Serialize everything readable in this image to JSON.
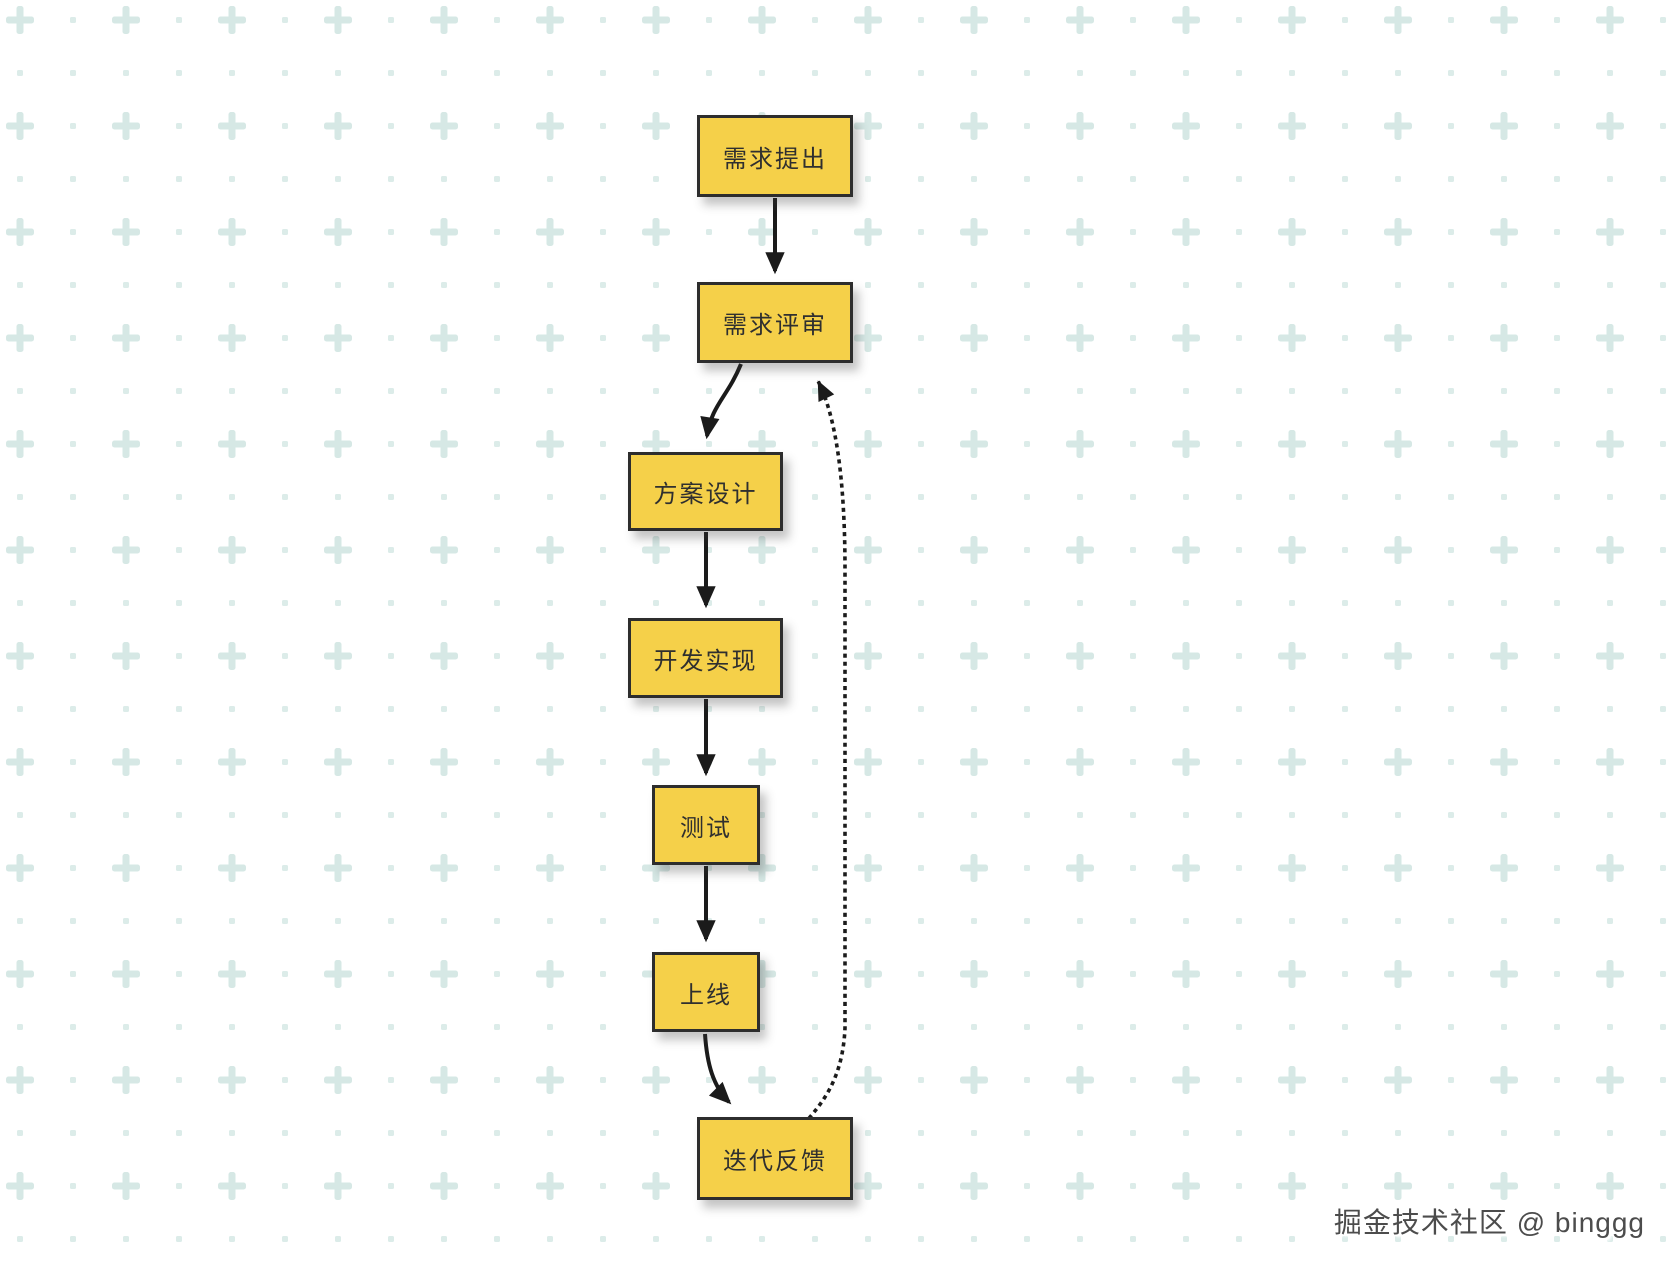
{
  "diagram": {
    "title_hint": "product iteration flowchart",
    "nodes": [
      {
        "id": "requirement-proposal",
        "label": "需求提出"
      },
      {
        "id": "requirement-review",
        "label": "需求评审"
      },
      {
        "id": "solution-design",
        "label": "方案设计"
      },
      {
        "id": "dev-implementation",
        "label": "开发实现"
      },
      {
        "id": "testing",
        "label": "测试"
      },
      {
        "id": "launch",
        "label": "上线"
      },
      {
        "id": "iteration-feedback",
        "label": "迭代反馈"
      }
    ],
    "edges": [
      {
        "from": "需求提出",
        "to": "需求评审",
        "style": "solid"
      },
      {
        "from": "需求评审",
        "to": "方案设计",
        "style": "solid"
      },
      {
        "from": "方案设计",
        "to": "开发实现",
        "style": "solid"
      },
      {
        "from": "开发实现",
        "to": "测试",
        "style": "solid"
      },
      {
        "from": "测试",
        "to": "上线",
        "style": "solid"
      },
      {
        "from": "上线",
        "to": "迭代反馈",
        "style": "solid"
      },
      {
        "from": "迭代反馈",
        "to": "需求评审",
        "style": "dotted"
      }
    ],
    "colors": {
      "node_fill": "#f5d049",
      "node_border": "#2d2d2d",
      "arrow": "#1b1b1b",
      "pattern_plus": "#d6e8e5",
      "pattern_dot": "#dcece9",
      "background": "#ffffff"
    }
  },
  "watermark": {
    "text": "掘金技术社区 @ binggg"
  }
}
